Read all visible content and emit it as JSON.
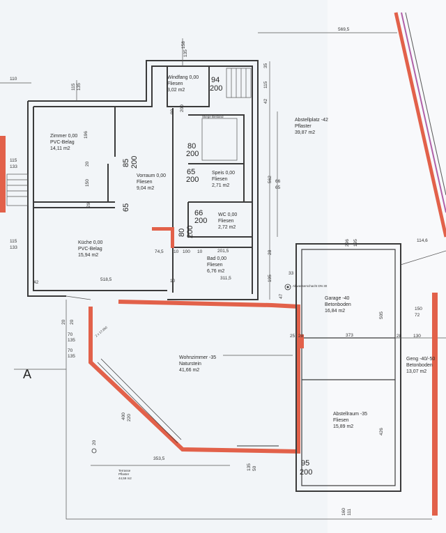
{
  "plan": {
    "section_label": "A",
    "rooms": [
      {
        "id": "windfang",
        "name": "Windfang 0,00",
        "floor": "Fliesen",
        "area": "3,02 m2"
      },
      {
        "id": "zimmer",
        "name": "Zimmer 0,00",
        "floor": "PVC-Belag",
        "area": "14,11 m2"
      },
      {
        "id": "vorraum",
        "name": "Vorraum 0,00",
        "floor": "Fliesen",
        "area": "9,04 m2"
      },
      {
        "id": "speis",
        "name": "Speis 0,00",
        "floor": "Fliesen",
        "area": "2,71 m2"
      },
      {
        "id": "wc",
        "name": "WC 0,00",
        "floor": "Fliesen",
        "area": "2,72 m2"
      },
      {
        "id": "kueche",
        "name": "Küche 0,00",
        "floor": "PVC-Belag",
        "area": "15,94 m2"
      },
      {
        "id": "bad",
        "name": "Bad 0,00",
        "floor": "Fliesen",
        "area": "6,76 m2"
      },
      {
        "id": "abstellplatz",
        "name": "Abstellplatz -42",
        "floor": "Pflaster",
        "area": "39,87 m2"
      },
      {
        "id": "garage",
        "name": "Garage -40",
        "floor": "Betonboden",
        "area": "16,84 m2"
      },
      {
        "id": "geng",
        "name": "Geng -40/-50",
        "floor": "Betonboden",
        "area": "13,07 m2"
      },
      {
        "id": "wohnzimmer",
        "name": "Wohnzimmer -35",
        "floor": "Naturstein",
        "area": "41,66 m2"
      },
      {
        "id": "abstellraum",
        "name": "Abstellraum -35",
        "floor": "Fliesen",
        "area": "15,89 m2"
      },
      {
        "id": "terrasse",
        "name": "Terrasse",
        "floor": "Pflaster",
        "area": "44,59 m2"
      }
    ],
    "annotations": {
      "stiege": "Stiege Bestand",
      "schacht": "Abwasserschacht DN 30"
    },
    "dims": {
      "d569": "569,5",
      "d110": "110",
      "d158": "158",
      "d135a": "135",
      "d115a": "115",
      "d135b": "135",
      "d35": "35",
      "d115b": "115",
      "d42a": "42",
      "d94": "94",
      "d200a": "200",
      "d99": "99",
      "d200b": "200",
      "d196": "196",
      "d20a": "20",
      "d150": "150",
      "d29": "29",
      "d115c": "115",
      "d133a": "133",
      "d85": "85",
      "d200c": "200",
      "d80": "80",
      "d200d": "200",
      "d65": "65",
      "d200e": "200",
      "d562": "562",
      "d66a": "66",
      "d65b": "65",
      "d65c": "65",
      "d66b": "66",
      "d200f": "200",
      "d80b": "80",
      "d200g": "200",
      "d115d": "115",
      "d133b": "133",
      "d745": "74,5",
      "d10a": "10",
      "d100": "100",
      "d10b": "10",
      "d2015": "201,5",
      "d3115": "311,5",
      "d28a": "28",
      "d42b": "42",
      "d5185": "518,5",
      "d10c": "10",
      "d195": "195",
      "d47": "47",
      "d33": "33",
      "d2965": "296",
      "d195b": "195",
      "d1146": "114,6",
      "d505": "505",
      "d150b": "150",
      "d72": "72",
      "d25a": "25",
      "d28b": "28",
      "d373": "373",
      "d28c": "28",
      "d130": "130",
      "d25b": "25",
      "d28d": "28",
      "d20b": "20",
      "d70a": "70",
      "d135c": "135",
      "d70b": "70",
      "d135d": "135",
      "d426": "426",
      "d400": "400",
      "d220": "220",
      "d20c": "20",
      "d20d": "20",
      "d3535": "353,5",
      "d135e": "135",
      "d50": "50",
      "d95": "95",
      "d200h": "200",
      "d160": "160",
      "d111": "111",
      "d2x": "2 x 17,650"
    }
  }
}
